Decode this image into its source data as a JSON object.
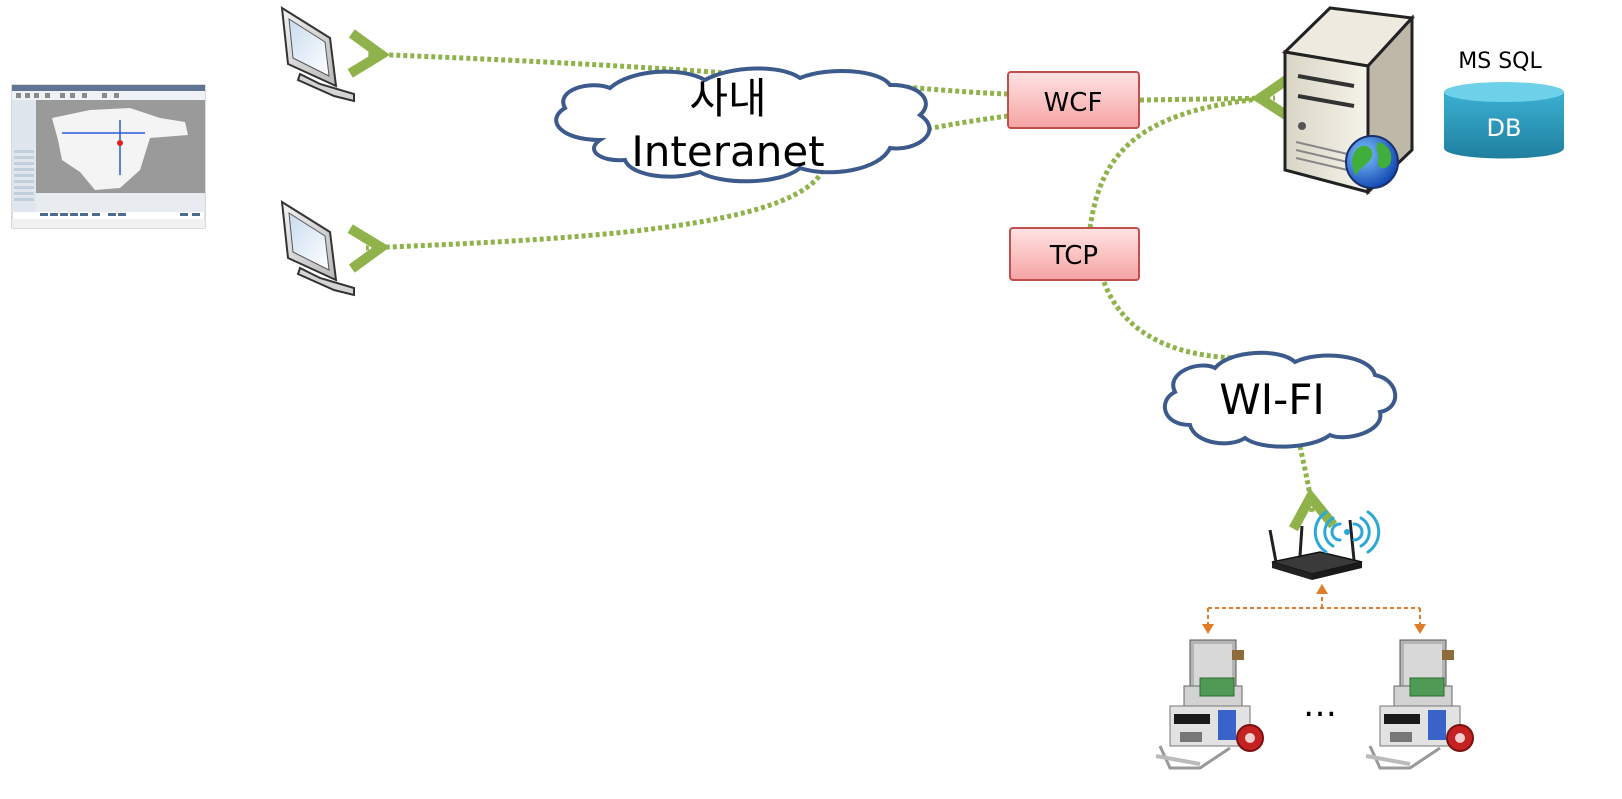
{
  "diagram": {
    "cloud_intranet": {
      "line1": "사내",
      "line2": "Interanet"
    },
    "cloud_wifi": {
      "label": "WI-FI"
    },
    "box_wcf": {
      "label": "WCF"
    },
    "box_tcp": {
      "label": "TCP"
    },
    "database": {
      "caption": "MS SQL",
      "label": "DB"
    },
    "ellipsis": "…"
  },
  "colors": {
    "link_green": "#8fb34a",
    "cloud_stroke": "#3d5a8c",
    "box_fill": "#ffc6c6",
    "box_stroke": "#c0504d",
    "db_fill": "#2f9fc0",
    "wifi_link": "#e07b27"
  },
  "icons": [
    "monitor-icon",
    "server-icon",
    "globe-icon",
    "database-icon",
    "router-icon",
    "wifi-signal-icon",
    "robot-icon",
    "app-screenshot-thumbnail"
  ]
}
